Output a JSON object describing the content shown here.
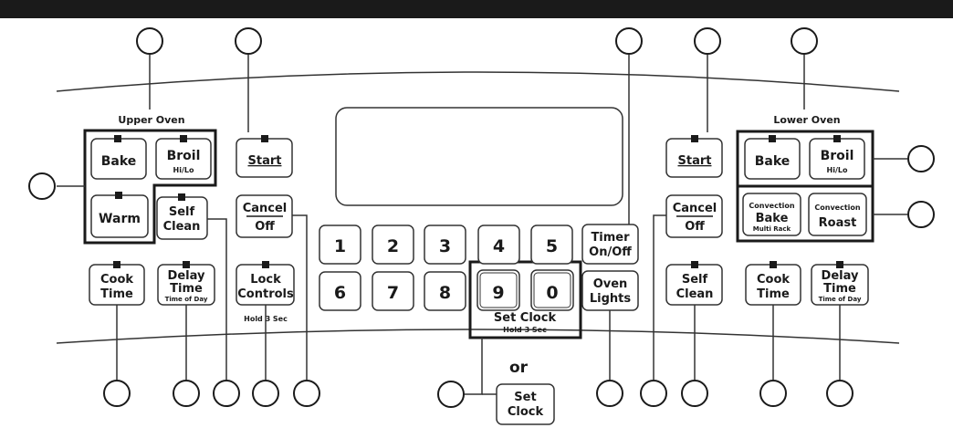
{
  "diagram": {
    "labels": {
      "upper_oven": "Upper Oven",
      "lower_oven": "Lower Oven",
      "or": "or"
    },
    "buttons": {
      "upper_bake": {
        "label": "Bake"
      },
      "upper_broil": {
        "label": "Broil",
        "sub": "Hi/Lo"
      },
      "upper_warm": {
        "label": "Warm"
      },
      "upper_self_clean": {
        "line1": "Self",
        "line2": "Clean"
      },
      "upper_start": {
        "label": "Start"
      },
      "upper_cancel": {
        "line1": "Cancel",
        "line2": "Off"
      },
      "upper_cook_time": {
        "line1": "Cook",
        "line2": "Time"
      },
      "upper_delay_time": {
        "line1": "Delay",
        "line2": "Time",
        "sub": "Time of Day"
      },
      "lock_controls": {
        "line1": "Lock",
        "line2": "Controls",
        "note": "Hold 3 Sec"
      },
      "keypad": [
        "1",
        "2",
        "3",
        "4",
        "5",
        "6",
        "7",
        "8",
        "9",
        "0"
      ],
      "set_clock_group": {
        "label": "Set Clock",
        "sub": "Hold 3 Sec"
      },
      "timer": {
        "line1": "Timer",
        "line2": "On/Off"
      },
      "oven_lights": {
        "line1": "Oven",
        "line2": "Lights"
      },
      "lower_start": {
        "label": "Start"
      },
      "lower_cancel": {
        "line1": "Cancel",
        "line2": "Off"
      },
      "lower_self_clean": {
        "line1": "Self",
        "line2": "Clean"
      },
      "lower_bake": {
        "label": "Bake"
      },
      "lower_broil": {
        "label": "Broil",
        "sub": "Hi/Lo"
      },
      "convection_bake": {
        "line1": "Convection",
        "line2": "Bake",
        "sub": "Multi Rack"
      },
      "convection_roast": {
        "line1": "Convection",
        "line2": "Roast"
      },
      "lower_cook_time": {
        "line1": "Cook",
        "line2": "Time"
      },
      "lower_delay_time": {
        "line1": "Delay",
        "line2": "Time",
        "sub": "Time of Day"
      },
      "set_clock_alt": {
        "line1": "Set",
        "line2": "Clock"
      }
    }
  }
}
